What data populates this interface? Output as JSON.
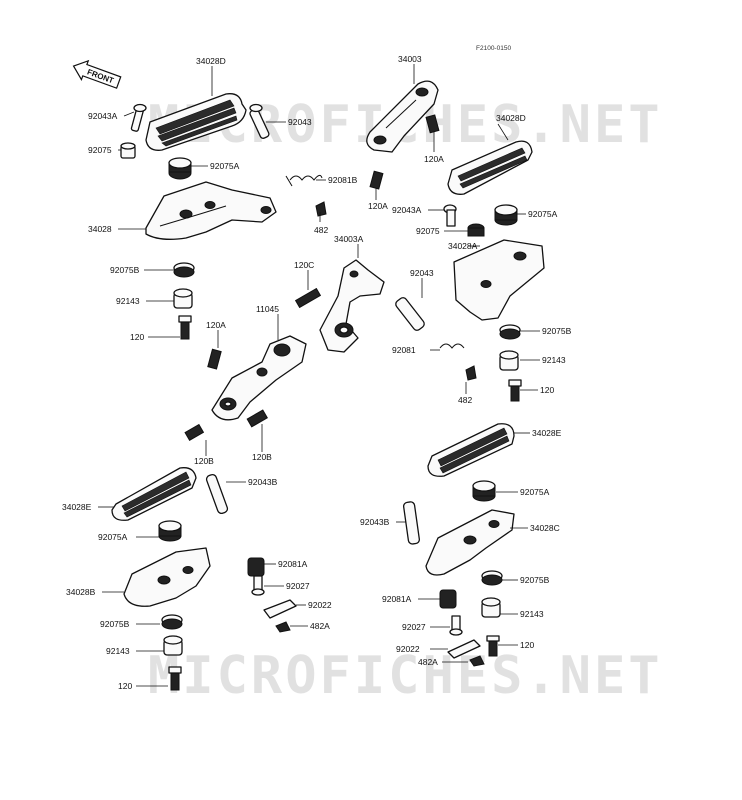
{
  "diagram": {
    "reference_code": "F2100-0150",
    "front_arrow_label": "FRONT",
    "watermarks": [
      "MICROFICHES.NET",
      "MICROFICHES.NET"
    ],
    "callouts": [
      "34028D",
      "92043A",
      "92043",
      "92075",
      "92075A",
      "92081B",
      "34028",
      "482",
      "92075B",
      "92143",
      "120",
      "34003",
      "34028D",
      "120A",
      "120A",
      "92043A",
      "92075A",
      "92075",
      "34028A",
      "34003A",
      "120C",
      "11045",
      "120A",
      "92043",
      "92081",
      "92075B",
      "92143",
      "120",
      "482",
      "120B",
      "120B",
      "34028E",
      "92043B",
      "34028E",
      "92075A",
      "92043B",
      "34028C",
      "92075A",
      "34028B",
      "92081A",
      "92027",
      "92022",
      "482A",
      "92075B",
      "92143",
      "120",
      "92075B",
      "92081A",
      "92143",
      "92027",
      "120",
      "92022",
      "482A"
    ]
  }
}
